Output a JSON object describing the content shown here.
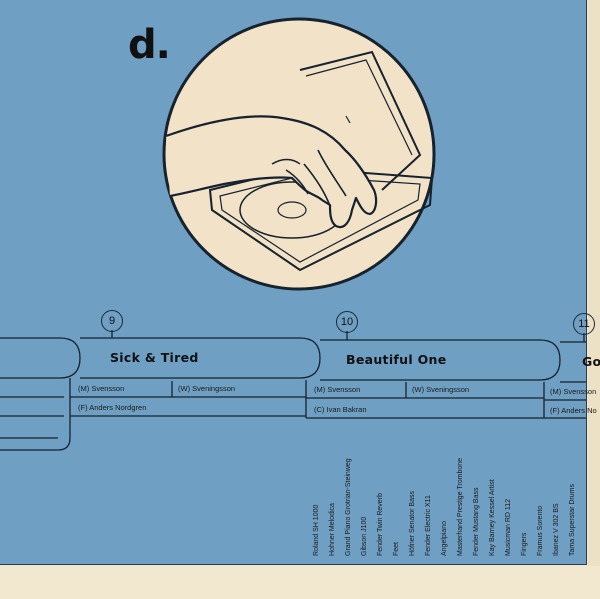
{
  "logo": "d.",
  "tracks": [
    {
      "number": "9",
      "title": "Sick & Tired"
    },
    {
      "number": "10",
      "title": "Beautiful One"
    },
    {
      "number": "11",
      "title": "Go"
    }
  ],
  "credits": {
    "t9_m": "(M) Svensson",
    "t9_w": "(W) Sveningsson",
    "t9_f": "(F) Anders Nordgren",
    "t10_m": "(M) Svensson",
    "t10_w": "(W) Sveningsson",
    "t10_c": "(C) Ivan Bakran",
    "t11_m": "(M) Svensson",
    "t11_f": "(F) Anders No"
  },
  "instruments": [
    "Roland SH 1000",
    "Hohner Melodica",
    "Grand Piano Grotrian-Steinweg",
    "Gibson J100",
    "Fender Twin Reverb",
    "Feet",
    "Höfner Senator Bass",
    "Fender Electric X11",
    "Angelpiano",
    "Masterhand Prestige Trombone",
    "Fender Mustang Bass",
    "Kay Barney Kessel Artist",
    "Musicman RD 112",
    "Fingers",
    "Framus Sorento",
    "Ibanez V 302 BS",
    "Tama Superstar Drums"
  ],
  "colors": {
    "panel": "#6f9fc2",
    "paper": "#f2e7cf",
    "ink": "#1b2a38"
  }
}
